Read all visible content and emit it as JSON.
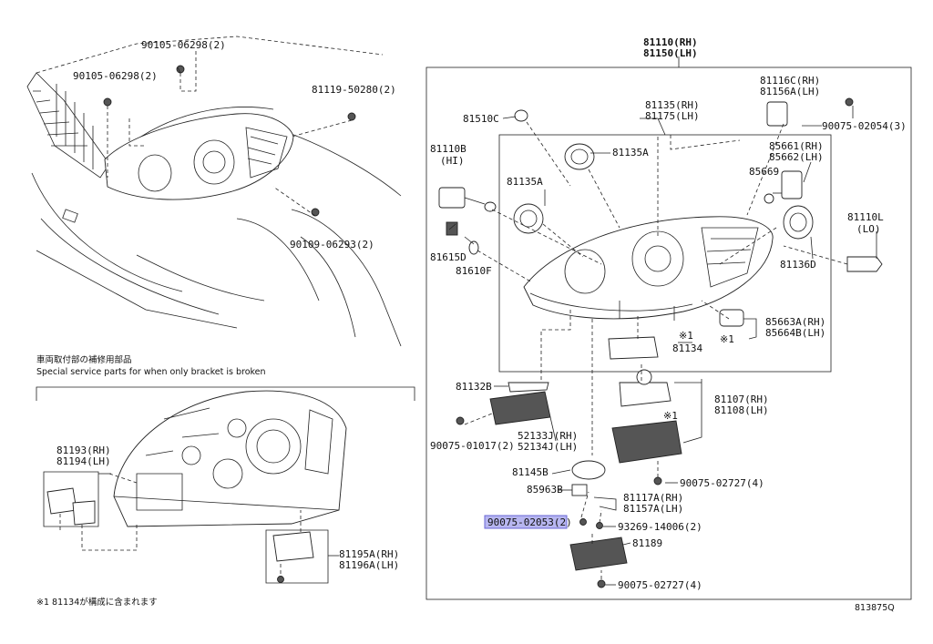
{
  "labels": {
    "main_rh": "81110(RH)",
    "main_lh": "81150(LH)",
    "l90105a": "90105-06298(2)",
    "l90105b": "90105-06298(2)",
    "l81119": "81119-50280(2)",
    "l90109": "90109-06293(2)",
    "l81510c": "81510C",
    "l81135rh": "81135(RH)",
    "l81175lh": "81175(LH)",
    "l81116c": "81116C(RH)",
    "l81156a": "81156A(LH)",
    "l90075_3": "90075-02054(3)",
    "l81110b": "81110B",
    "l_hi": "(HI)",
    "l81135a_1": "81135A",
    "l81135a_2": "81135A",
    "l85661": "85661(RH)",
    "l85662": "85662(LH)",
    "l85669": "85669",
    "l81110l": "81110L",
    "l_lo": "(LO)",
    "l81615d": "81615D",
    "l81610f": "81610F",
    "l81136d": "81136D",
    "l85663a": "85663A(RH)",
    "l85664b": "85664B(LH)",
    "l_x1a": "※1",
    "l81134": "81134",
    "l_x1b": "※1",
    "l81132b": "81132B",
    "l81107": "81107(RH)",
    "l81108": "81108(LH)",
    "l_x1c": "※1",
    "l90075_01017": "90075-01017(2)",
    "l52133j": "52133J(RH)",
    "l52134j": "52134J(LH)",
    "l90075_02727a": "90075-02727(4)",
    "l81145b": "81145B",
    "l85963b": "85963B",
    "l81117a": "81117A(RH)",
    "l81157a": "81157A(LH)",
    "l90075_02053": "90075-02053(2)",
    "l93269": "93269-14006(2)",
    "l81189": "81189",
    "l90075_02727b": "90075-02727(4)",
    "l81193": "81193(RH)",
    "l81194": "81194(LH)",
    "l81195a": "81195A(RH)",
    "l81196a": "81196A(LH)"
  },
  "notes": {
    "special_jp": "車両取付部の補修用部品",
    "special_en": "Special service parts for when only bracket is broken",
    "footnote": "※1 81134が構成に含まれます",
    "code": "813875Q"
  }
}
